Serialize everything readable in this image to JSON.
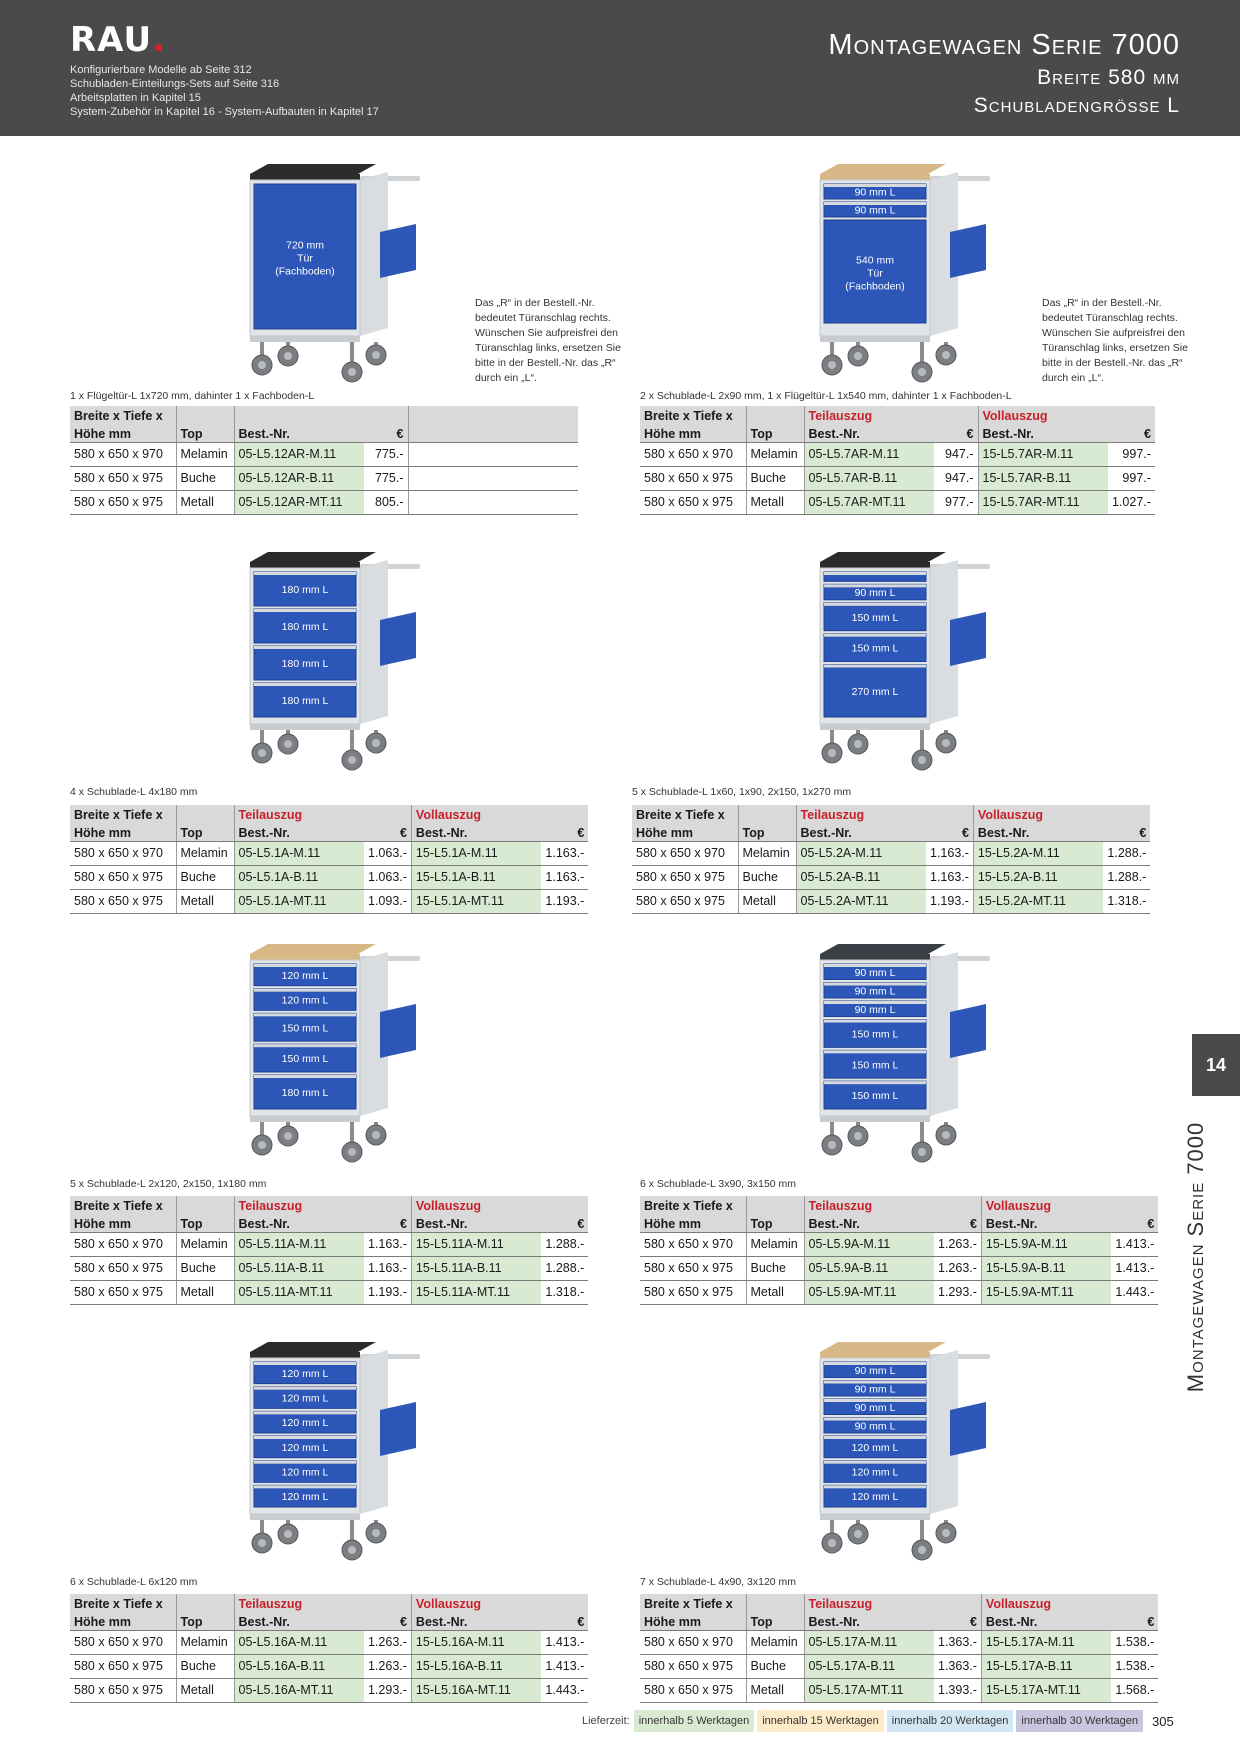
{
  "header": {
    "logo": "RAU",
    "info": [
      "Konfigurierbare Modelle ab Seite 312",
      "Schubladen-Einteilungs-Sets auf Seite 316",
      "Arbeitsplatten in Kapitel 15",
      "System-Zubehör in Kapitel 16 - System-Aufbauten in Kapitel 17"
    ],
    "title": "Montagewagen Serie 7000",
    "subtitle1": "Breite 580 mm",
    "subtitle2": "Schubladengrösse L"
  },
  "colors": {
    "header": "#4a4a4a",
    "drawer": "#2c56b8",
    "green_cell": "#d9ead3",
    "red_heading": "#c8202a"
  },
  "note_text": "Das „R“ in der Bestell.-Nr. bedeutet Türanschlag rechts. Wünschen Sie aufpreisfrei den Türanschlag links, ersetzen Sie bitte in der Bestell.-Nr. das „R“ durch ein „L“.",
  "blocks": [
    {
      "caption": "1 x Flügeltür-L 1x720 mm, dahinter 1 x Fachboden-L",
      "top": "black",
      "fronts": [
        "720 mm\nTür\n(Fachboden)"
      ],
      "door_label": "720 mm Tür (Fachboden)",
      "cols": {
        "size": "Breite x Tiefe x",
        "size2": "Höhe mm",
        "top": "Top",
        "nr": "Best.-Nr.",
        "eur": "€"
      },
      "rows": [
        {
          "size": "580 x 650 x 970",
          "top": "Melamin",
          "nr1": "05-L5.12AR-M.11",
          "p1": "775.-"
        },
        {
          "size": "580 x 650 x 975",
          "top": "Buche",
          "nr1": "05-L5.12AR-B.11",
          "p1": "775.-"
        },
        {
          "size": "580 x 650 x 975",
          "top": "Metall",
          "nr1": "05-L5.12AR-MT.11",
          "p1": "805.-"
        }
      ]
    },
    {
      "caption": "2 x Schublade-L 2x90 mm, 1 x Flügeltür-L 1x540 mm, dahinter 1 x Fachboden-L",
      "top": "wood",
      "drawers": [
        "90 mm L",
        "90 mm L"
      ],
      "door_label": "540 mm Tür (Fachboden)",
      "cols": {
        "size": "Breite x Tiefe x",
        "size2": "Höhe mm",
        "top": "Top",
        "teil": "Teilauszug",
        "voll": "Vollauszug",
        "nr": "Best.-Nr.",
        "eur": "€"
      },
      "rows": [
        {
          "size": "580 x 650 x 970",
          "top": "Melamin",
          "nr1": "05-L5.7AR-M.11",
          "p1": "947.-",
          "nr2": "15-L5.7AR-M.11",
          "p2": "997.-"
        },
        {
          "size": "580 x 650 x 975",
          "top": "Buche",
          "nr1": "05-L5.7AR-B.11",
          "p1": "947.-",
          "nr2": "15-L5.7AR-B.11",
          "p2": "997.-"
        },
        {
          "size": "580 x 650 x 975",
          "top": "Metall",
          "nr1": "05-L5.7AR-MT.11",
          "p1": "977.-",
          "nr2": "15-L5.7AR-MT.11",
          "p2": "1.027.-"
        }
      ]
    },
    {
      "caption": "4 x Schublade-L 4x180 mm",
      "top": "black",
      "drawers": [
        "180 mm L",
        "180 mm L",
        "180 mm L",
        "180 mm L"
      ],
      "cols": {
        "size": "Breite x Tiefe x",
        "size2": "Höhe mm",
        "top": "Top",
        "teil": "Teilauszug",
        "voll": "Vollauszug",
        "nr": "Best.-Nr.",
        "eur": "€"
      },
      "rows": [
        {
          "size": "580 x 650 x 970",
          "top": "Melamin",
          "nr1": "05-L5.1A-M.11",
          "p1": "1.063.-",
          "nr2": "15-L5.1A-M.11",
          "p2": "1.163.-"
        },
        {
          "size": "580 x 650 x 975",
          "top": "Buche",
          "nr1": "05-L5.1A-B.11",
          "p1": "1.063.-",
          "nr2": "15-L5.1A-B.11",
          "p2": "1.163.-"
        },
        {
          "size": "580 x 650 x 975",
          "top": "Metall",
          "nr1": "05-L5.1A-MT.11",
          "p1": "1.093.-",
          "nr2": "15-L5.1A-MT.11",
          "p2": "1.193.-"
        }
      ]
    },
    {
      "caption": "5 x Schublade-L 1x60, 1x90, 2x150, 1x270 mm",
      "top": "black",
      "drawers": [
        "",
        "90 mm L",
        "150 mm L",
        "150 mm L",
        "270 mm L"
      ],
      "cols": {
        "size": "Breite x Tiefe x",
        "size2": "Höhe mm",
        "top": "Top",
        "teil": "Teilauszug",
        "voll": "Vollauszug",
        "nr": "Best.-Nr.",
        "eur": "€"
      },
      "rows": [
        {
          "size": "580 x 650 x 970",
          "top": "Melamin",
          "nr1": "05-L5.2A-M.11",
          "p1": "1.163.-",
          "nr2": "15-L5.2A-M.11",
          "p2": "1.288.-"
        },
        {
          "size": "580 x 650 x 975",
          "top": "Buche",
          "nr1": "05-L5.2A-B.11",
          "p1": "1.163.-",
          "nr2": "15-L5.2A-B.11",
          "p2": "1.288.-"
        },
        {
          "size": "580 x 650 x 975",
          "top": "Metall",
          "nr1": "05-L5.2A-MT.11",
          "p1": "1.193.-",
          "nr2": "15-L5.2A-MT.11",
          "p2": "1.318.-"
        }
      ]
    },
    {
      "caption": "5 x Schublade-L 2x120, 2x150, 1x180 mm",
      "top": "wood",
      "drawers": [
        "120 mm L",
        "120 mm L",
        "150 mm L",
        "150 mm L",
        "180 mm L"
      ],
      "cols": {
        "size": "Breite x Tiefe x",
        "size2": "Höhe mm",
        "top": "Top",
        "teil": "Teilauszug",
        "voll": "Vollauszug",
        "nr": "Best.-Nr.",
        "eur": "€"
      },
      "rows": [
        {
          "size": "580 x 650 x 970",
          "top": "Melamin",
          "nr1": "05-L5.11A-M.11",
          "p1": "1.163.-",
          "nr2": "15-L5.11A-M.11",
          "p2": "1.288.-"
        },
        {
          "size": "580 x 650 x 975",
          "top": "Buche",
          "nr1": "05-L5.11A-B.11",
          "p1": "1.163.-",
          "nr2": "15-L5.11A-B.11",
          "p2": "1.288.-"
        },
        {
          "size": "580 x 650 x 975",
          "top": "Metall",
          "nr1": "05-L5.11A-MT.11",
          "p1": "1.193.-",
          "nr2": "15-L5.11A-MT.11",
          "p2": "1.318.-"
        }
      ]
    },
    {
      "caption": "6 x Schublade-L 3x90, 3x150 mm",
      "top": "metal",
      "drawers": [
        "90 mm L",
        "90 mm L",
        "90 mm L",
        "150 mm L",
        "150 mm L",
        "150 mm L"
      ],
      "cols": {
        "size": "Breite x Tiefe x",
        "size2": "Höhe mm",
        "top": "Top",
        "teil": "Teilauszug",
        "voll": "Vollauszug",
        "nr": "Best.-Nr.",
        "eur": "€"
      },
      "rows": [
        {
          "size": "580 x 650 x 970",
          "top": "Melamin",
          "nr1": "05-L5.9A-M.11",
          "p1": "1.263.-",
          "nr2": "15-L5.9A-M.11",
          "p2": "1.413.-"
        },
        {
          "size": "580 x 650 x 975",
          "top": "Buche",
          "nr1": "05-L5.9A-B.11",
          "p1": "1.263.-",
          "nr2": "15-L5.9A-B.11",
          "p2": "1.413.-"
        },
        {
          "size": "580 x 650 x 975",
          "top": "Metall",
          "nr1": "05-L5.9A-MT.11",
          "p1": "1.293.-",
          "nr2": "15-L5.9A-MT.11",
          "p2": "1.443.-"
        }
      ]
    },
    {
      "caption": "6 x Schublade-L 6x120 mm",
      "top": "black",
      "drawers": [
        "120 mm L",
        "120 mm L",
        "120 mm L",
        "120 mm L",
        "120 mm L",
        "120 mm L"
      ],
      "cols": {
        "size": "Breite x Tiefe x",
        "size2": "Höhe mm",
        "top": "Top",
        "teil": "Teilauszug",
        "voll": "Vollauszug",
        "nr": "Best.-Nr.",
        "eur": "€"
      },
      "rows": [
        {
          "size": "580 x 650 x 970",
          "top": "Melamin",
          "nr1": "05-L5.16A-M.11",
          "p1": "1.263.-",
          "nr2": "15-L5.16A-M.11",
          "p2": "1.413.-"
        },
        {
          "size": "580 x 650 x 975",
          "top": "Buche",
          "nr1": "05-L5.16A-B.11",
          "p1": "1.263.-",
          "nr2": "15-L5.16A-B.11",
          "p2": "1.413.-"
        },
        {
          "size": "580 x 650 x 975",
          "top": "Metall",
          "nr1": "05-L5.16A-MT.11",
          "p1": "1.293.-",
          "nr2": "15-L5.16A-MT.11",
          "p2": "1.443.-"
        }
      ]
    },
    {
      "caption": "7 x Schublade-L 4x90, 3x120 mm",
      "top": "wood",
      "drawers": [
        "90 mm L",
        "90 mm L",
        "90 mm L",
        "90 mm L",
        "120 mm L",
        "120 mm L",
        "120 mm L"
      ],
      "cols": {
        "size": "Breite x Tiefe x",
        "size2": "Höhe mm",
        "top": "Top",
        "teil": "Teilauszug",
        "voll": "Vollauszug",
        "nr": "Best.-Nr.",
        "eur": "€"
      },
      "rows": [
        {
          "size": "580 x 650 x 970",
          "top": "Melamin",
          "nr1": "05-L5.17A-M.11",
          "p1": "1.363.-",
          "nr2": "15-L5.17A-M.11",
          "p2": "1.538.-"
        },
        {
          "size": "580 x 650 x 975",
          "top": "Buche",
          "nr1": "05-L5.17A-B.11",
          "p1": "1.363.-",
          "nr2": "15-L5.17A-B.11",
          "p2": "1.538.-"
        },
        {
          "size": "580 x 650 x 975",
          "top": "Metall",
          "nr1": "05-L5.17A-MT.11",
          "p1": "1.393.-",
          "nr2": "15-L5.17A-MT.11",
          "p2": "1.568.-"
        }
      ]
    }
  ],
  "side": {
    "tab": "14",
    "title": "Montagewagen Serie 7000"
  },
  "footer": {
    "label": "Lieferzeit:",
    "chips": [
      {
        "text": "innerhalb 5 Werktagen",
        "color": "#d9ead3"
      },
      {
        "text": "innerhalb 15 Werktagen",
        "color": "#fdebc8"
      },
      {
        "text": "innerhalb 20 Werktagen",
        "color": "#d3e6f3"
      },
      {
        "text": "innerhalb 30 Werktagen",
        "color": "#c9c6e0"
      }
    ],
    "page": "305"
  }
}
